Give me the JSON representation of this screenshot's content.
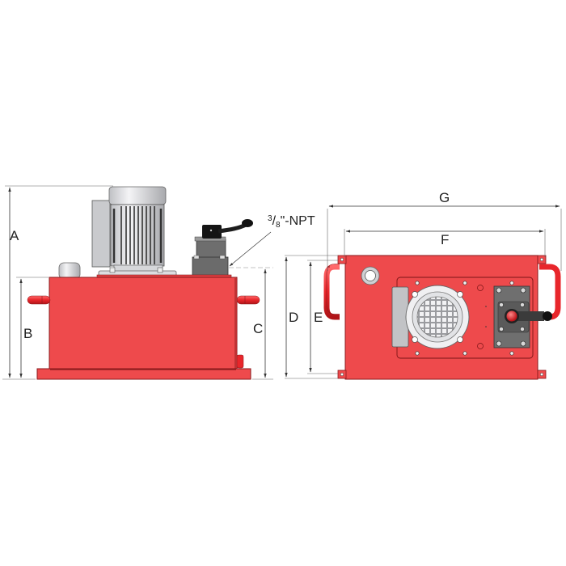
{
  "drawing": {
    "title": "Hydraulic power unit dimension drawing",
    "views": [
      "side-view",
      "top-view"
    ],
    "colors": {
      "tank": "#ee4a4c",
      "tank_edge": "#8a1a1c",
      "motor": "#d9dadd",
      "valve": "#6a6a6a",
      "handle": "#e8262b",
      "dim_line": "#333333"
    }
  },
  "side_view": {
    "dimensions": {
      "A": "A",
      "B": "B",
      "C": "C"
    },
    "port_callout": {
      "numerator": "3",
      "denominator": "8",
      "suffix": "\"-NPT"
    }
  },
  "top_view": {
    "dimensions": {
      "D": "D",
      "E": "E",
      "F": "F",
      "G": "G"
    }
  }
}
